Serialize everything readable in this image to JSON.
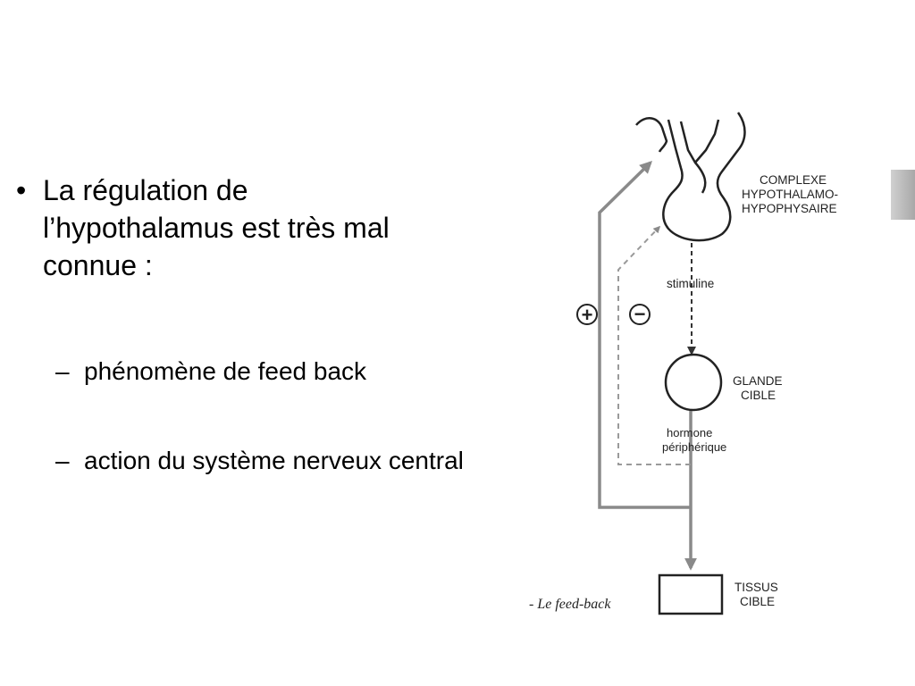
{
  "slide": {
    "bullet": "La régulation de l’hypothalamus est très mal connue :",
    "sub_items": [
      "phénomène de feed back",
      "action du système nerveux central"
    ]
  },
  "diagram": {
    "labels": {
      "complexe": [
        "COMPLEXE",
        "HYPOTHALAMO-",
        "HYPOPHYSAIRE"
      ],
      "stimuline": "stimuline",
      "glande": [
        "GLANDE",
        "CIBLE"
      ],
      "hormone": [
        "hormone",
        "périphérique"
      ],
      "tissus": [
        "TISSUS",
        "CIBLE"
      ],
      "plus_sign": "+",
      "minus_sign": "−"
    },
    "caption": "- Le feed-back"
  },
  "colors": {
    "ink": "#222222",
    "gray_arrow": "#8a8a8a"
  }
}
